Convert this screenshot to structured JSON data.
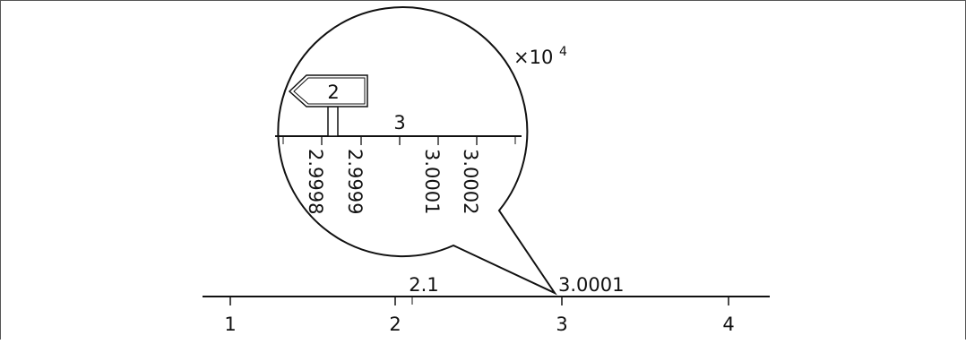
{
  "figure": {
    "scale_factor_base": "×10",
    "scale_factor_exponent": "4",
    "zoom_center_value": "3",
    "signpost_label": "2"
  },
  "main_axis": {
    "ticks": [
      "1",
      "2",
      "3",
      "4"
    ],
    "minor_tick_label": "2.1",
    "pointer_label": "3.0001"
  },
  "zoom_axis": {
    "tick_labels": [
      "2.9998",
      "2.9999",
      "3.0001",
      "3.0002"
    ]
  },
  "colors": {
    "line": "#111111",
    "background": "#ffffff"
  }
}
